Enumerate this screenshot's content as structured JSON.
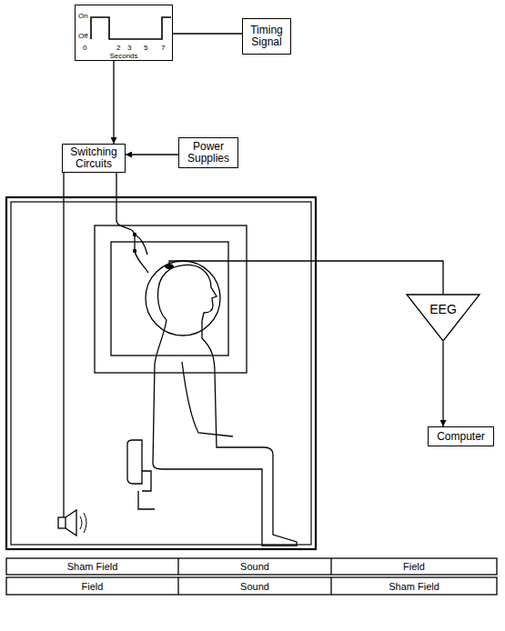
{
  "diagram": {
    "nodes": [
      {
        "text": [
          "On",
          "Off",
          "0",
          "2",
          "3",
          "5",
          "7",
          "Seconds"
        ]
      },
      {
        "text": [
          "Timing Signal"
        ]
      },
      {
        "text": [
          "Switching Circuits"
        ]
      },
      {
        "text": [
          "Power Supplies"
        ]
      },
      {
        "text": [
          "EEG"
        ]
      },
      {
        "text": [
          "Computer"
        ]
      }
    ],
    "edges": [
      {
        "from": 1,
        "to": 0,
        "arrow": "none"
      },
      {
        "from": 0,
        "to": 2,
        "arrow": "to"
      },
      {
        "from": 3,
        "to": 2,
        "arrow": "to"
      },
      {
        "from": 4,
        "to": 5,
        "arrow": "to"
      }
    ],
    "labels": [
      "Sham Field",
      "Sound",
      "Field",
      "Field",
      "Sound",
      "Sham Field"
    ]
  }
}
